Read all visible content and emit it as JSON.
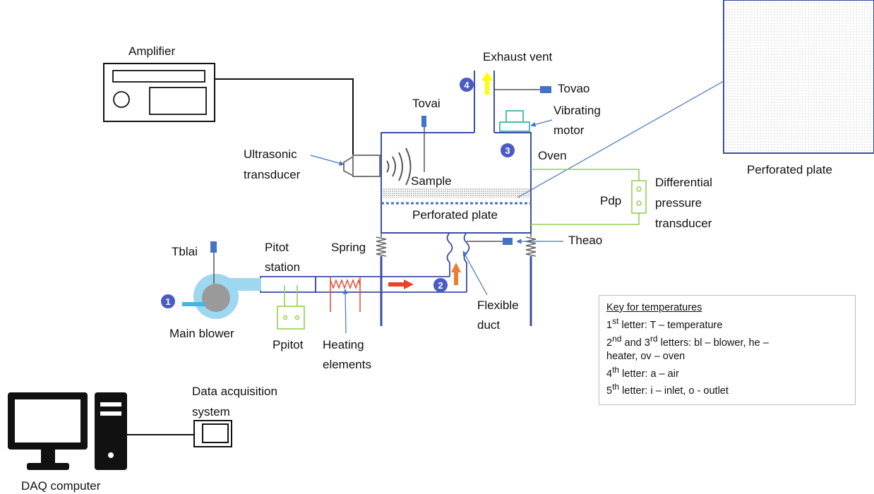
{
  "labels": {
    "amplifier": "Amplifier",
    "exhaust_vent": "Exhaust vent",
    "tovao": "Tovao",
    "tovai": "Tovai",
    "vibrating_motor_1": "Vibrating",
    "vibrating_motor_2": "motor",
    "ultrasonic_1": "Ultrasonic",
    "ultrasonic_2": "transducer",
    "oven": "Oven",
    "sample": "Sample",
    "perforated_plate": "Perforated plate",
    "perforated_plate_inset": "Perforated plate",
    "pdp": "Pdp",
    "diff_1": "Differential",
    "diff_2": "pressure",
    "diff_3": "transducer",
    "tblai": "Tblai",
    "pitot_1": "Pitot",
    "pitot_2": "station",
    "spring": "Spring",
    "theao": "Theao",
    "main_blower": "Main blower",
    "ppitot": "Ppitot",
    "heating_1": "Heating",
    "heating_2": "elements",
    "flexible_1": "Flexible",
    "flexible_2": "duct",
    "daq_1": "Data acquisition",
    "daq_2": "system",
    "daq_computer": "DAQ computer"
  },
  "station_numbers": [
    "1",
    "2",
    "3",
    "4"
  ],
  "key": {
    "title": "Key for temperatures",
    "line1_pre": "1",
    "line1_sup": "st",
    "line1_post": " letter: T – temperature",
    "line2_pre": "2",
    "line2_sup": "nd",
    "line2_mid": " and 3",
    "line2_sup2": "rd",
    "line2_post": " letters: bl – blower, he –",
    "line3": "heater, ov – oven",
    "line4_pre": "4",
    "line4_sup": "th",
    "line4_post": " letter: a – air",
    "line5_pre": "5",
    "line5_sup": "th",
    "line5_post": " letter: i – inlet, o - outlet"
  },
  "colors": {
    "sensor_blue": "#4472c4",
    "duct_blue": "#3a4fa0",
    "station_circle": "#4a5bc4",
    "pressure_green": "#92d050",
    "motor_teal": "#3fb6a8",
    "heater_red": "#e8432a",
    "flow_orange": "#ed7d31",
    "exhaust_yellow": "#ffff00",
    "blower_light_blue": "#9dd8f0",
    "inlet_arrow_blue": "#3fb8e0"
  }
}
